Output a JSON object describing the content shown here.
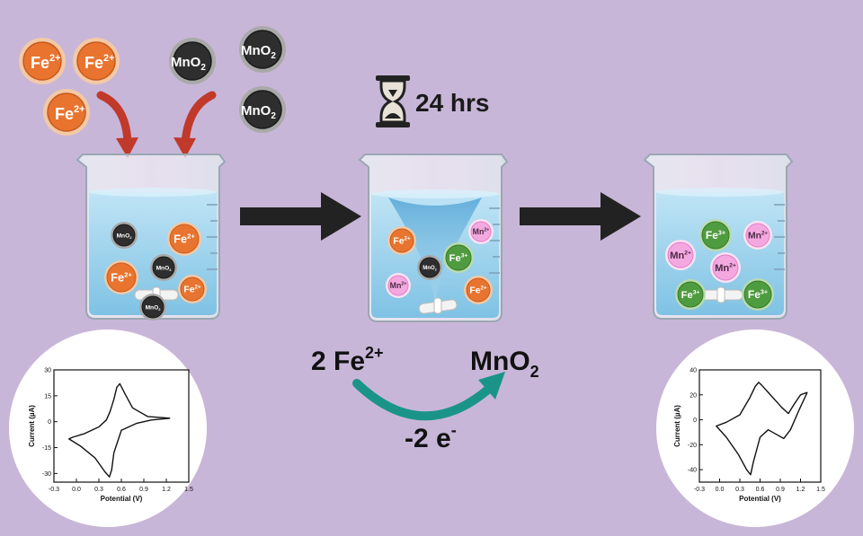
{
  "colors": {
    "background": "#c8b6d8",
    "fe2": "#e8742f",
    "fe3": "#4f9b3f",
    "mno2": "#2e2e2e",
    "mn2": "#f4a8e0",
    "water": "#9fd3ec",
    "drop_arrow": "#c0392b",
    "process_arrow": "#222222",
    "electron_arrow": "#1a9489"
  },
  "icons": [
    "hourglass-icon",
    "stir-bar-icon"
  ],
  "top_ions": {
    "fe": [
      "Fe",
      "Fe",
      "Fe"
    ],
    "fe_charge": "2+",
    "mno2": [
      "MnO",
      "MnO",
      "MnO"
    ],
    "mno2_sub": "2"
  },
  "timer": {
    "label": "24 hrs"
  },
  "beakers": [
    {
      "name": "initial",
      "ions": [
        {
          "species": "mno2",
          "label": "MnO",
          "sup": "",
          "sub": "2"
        },
        {
          "species": "fe2",
          "label": "Fe",
          "sup": "2+",
          "sub": ""
        },
        {
          "species": "fe2",
          "label": "Fe",
          "sup": "2+",
          "sub": ""
        },
        {
          "species": "mno2",
          "label": "MnO",
          "sup": "",
          "sub": "2"
        },
        {
          "species": "fe2",
          "label": "Fe",
          "sup": "2+",
          "sub": ""
        },
        {
          "species": "mno2",
          "label": "MnO",
          "sup": "",
          "sub": "2"
        }
      ]
    },
    {
      "name": "reacting",
      "ions": [
        {
          "species": "fe2",
          "label": "Fe",
          "sup": "2+",
          "sub": ""
        },
        {
          "species": "mn2",
          "label": "Mn",
          "sup": "2+",
          "sub": ""
        },
        {
          "species": "fe3",
          "label": "Fe",
          "sup": "3+",
          "sub": ""
        },
        {
          "species": "mno2",
          "label": "MnO",
          "sup": "",
          "sub": "2"
        },
        {
          "species": "mn2",
          "label": "Mn",
          "sup": "2+",
          "sub": ""
        },
        {
          "species": "fe2",
          "label": "Fe",
          "sup": "2+",
          "sub": ""
        }
      ]
    },
    {
      "name": "final",
      "ions": [
        {
          "species": "fe3",
          "label": "Fe",
          "sup": "3+",
          "sub": ""
        },
        {
          "species": "mn2",
          "label": "Mn",
          "sup": "2+",
          "sub": ""
        },
        {
          "species": "mn2",
          "label": "Mn",
          "sup": "2+",
          "sub": ""
        },
        {
          "species": "mn2",
          "label": "Mn",
          "sup": "2+",
          "sub": ""
        },
        {
          "species": "fe3",
          "label": "Fe",
          "sup": "3+",
          "sub": ""
        },
        {
          "species": "fe3",
          "label": "Fe",
          "sup": "3+",
          "sub": ""
        }
      ]
    }
  ],
  "reaction": {
    "reactant": "2 Fe",
    "reactant_sup": "2+",
    "product": "MnO",
    "product_sub": "2",
    "electrons": "-2 e",
    "electrons_sup": "-"
  },
  "chart_data": [
    {
      "type": "line",
      "title": "",
      "xlabel": "Potential (V)",
      "ylabel": "Current (µA)",
      "xlim": [
        -0.3,
        1.5
      ],
      "ylim": [
        -35,
        30
      ],
      "xticks": [
        "-0.3",
        "0.0",
        "0.3",
        "0.6",
        "0.9",
        "1.2",
        "1.5"
      ],
      "yticks": [
        "30",
        "15",
        "0",
        "-15",
        "-30"
      ],
      "series": [
        {
          "x": [
            1.25,
            0.95,
            0.75,
            0.65,
            0.58,
            0.54,
            0.5,
            0.45,
            0.4,
            0.3,
            0.1,
            -0.05,
            -0.1,
            0.05,
            0.25,
            0.38,
            0.44,
            0.47,
            0.5,
            0.6,
            0.8,
            1.0,
            1.25
          ],
          "y": [
            2,
            3,
            8,
            16,
            22,
            20,
            13,
            6,
            1,
            -3,
            -7,
            -9,
            -10,
            -14,
            -21,
            -29,
            -32,
            -28,
            -18,
            -5,
            -1,
            1,
            2
          ]
        }
      ]
    },
    {
      "type": "line",
      "title": "",
      "xlabel": "Potential (V)",
      "ylabel": "Current (µA)",
      "xlim": [
        -0.3,
        1.5
      ],
      "ylim": [
        -50,
        40
      ],
      "xticks": [
        "-0.3",
        "0.0",
        "0.3",
        "0.6",
        "0.9",
        "1.2",
        "1.5"
      ],
      "yticks": [
        "40",
        "20",
        "0",
        "-20",
        "-40"
      ],
      "series": [
        {
          "x": [
            1.3,
            1.2,
            1.1,
            1.02,
            0.92,
            0.82,
            0.72,
            0.62,
            0.58,
            0.53,
            0.45,
            0.3,
            0.1,
            -0.05,
            0.1,
            0.28,
            0.4,
            0.46,
            0.5,
            0.6,
            0.72,
            0.85,
            0.95,
            1.05,
            1.18,
            1.3
          ],
          "y": [
            22,
            20,
            12,
            5,
            10,
            16,
            22,
            28,
            30,
            27,
            18,
            4,
            -2,
            -5,
            -14,
            -28,
            -40,
            -44,
            -34,
            -14,
            -8,
            -12,
            -15,
            -8,
            8,
            22
          ]
        }
      ]
    }
  ]
}
